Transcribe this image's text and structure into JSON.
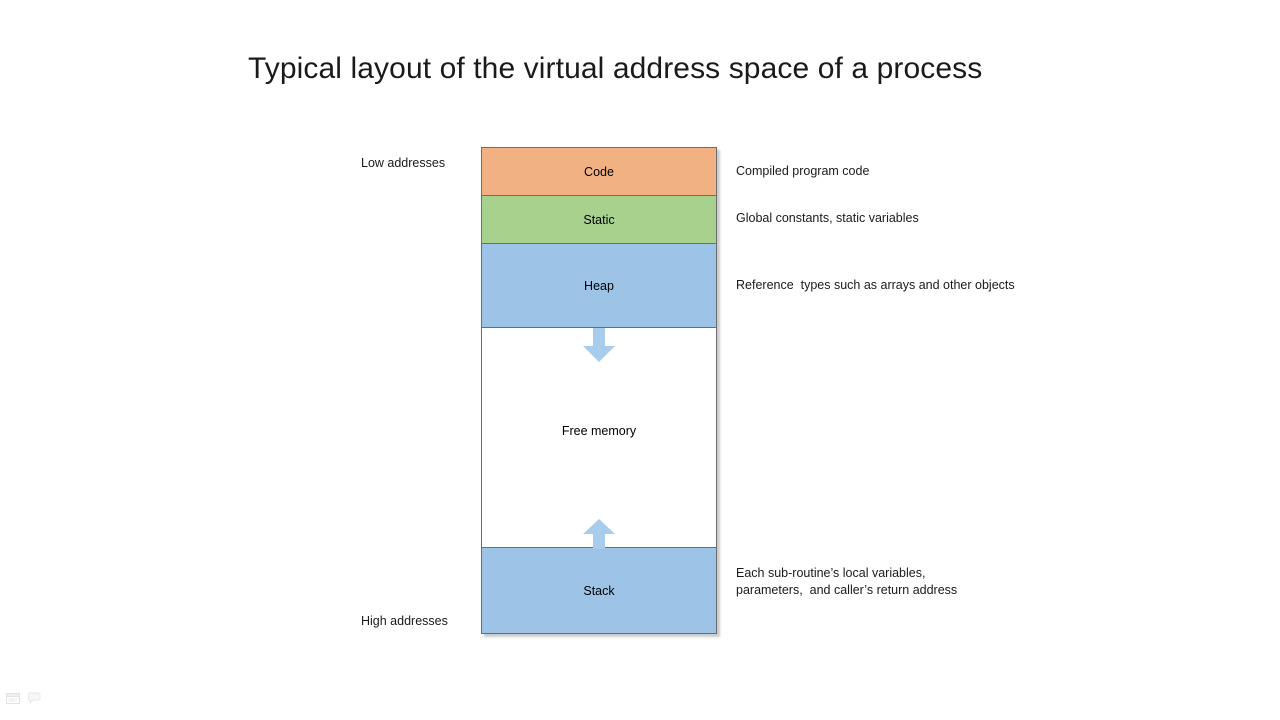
{
  "slide": {
    "title": "Typical layout of the virtual address space of a process",
    "background_color": "#ffffff"
  },
  "colors": {
    "code": "#F2B183",
    "static": "#A9D18E",
    "heap": "#9DC3E6",
    "free": "#ffffff",
    "stack": "#9DC3E6",
    "arrow": "#A8CCEC",
    "border": "#6d6d6d",
    "text": "#1a1a1a"
  },
  "address_labels": {
    "low": "Low addresses",
    "high": "High addresses"
  },
  "segments": [
    {
      "key": "code",
      "label": "Code",
      "annotation": "Compiled program code"
    },
    {
      "key": "static",
      "label": "Static",
      "annotation": "Global constants, static variables"
    },
    {
      "key": "heap",
      "label": "Heap",
      "annotation": "Reference  types such as arrays and other objects"
    },
    {
      "key": "free",
      "label": "Free memory",
      "annotation": ""
    },
    {
      "key": "stack",
      "label": "Stack",
      "annotation": "Each sub-routine’s local variables,\nparameters,  and caller’s return address"
    }
  ],
  "arrows": [
    {
      "name": "heap-grows-down",
      "direction": "down"
    },
    {
      "name": "stack-grows-up",
      "direction": "up"
    }
  ],
  "status_icons": [
    {
      "name": "slide-notes-icon"
    },
    {
      "name": "comment-icon"
    }
  ]
}
